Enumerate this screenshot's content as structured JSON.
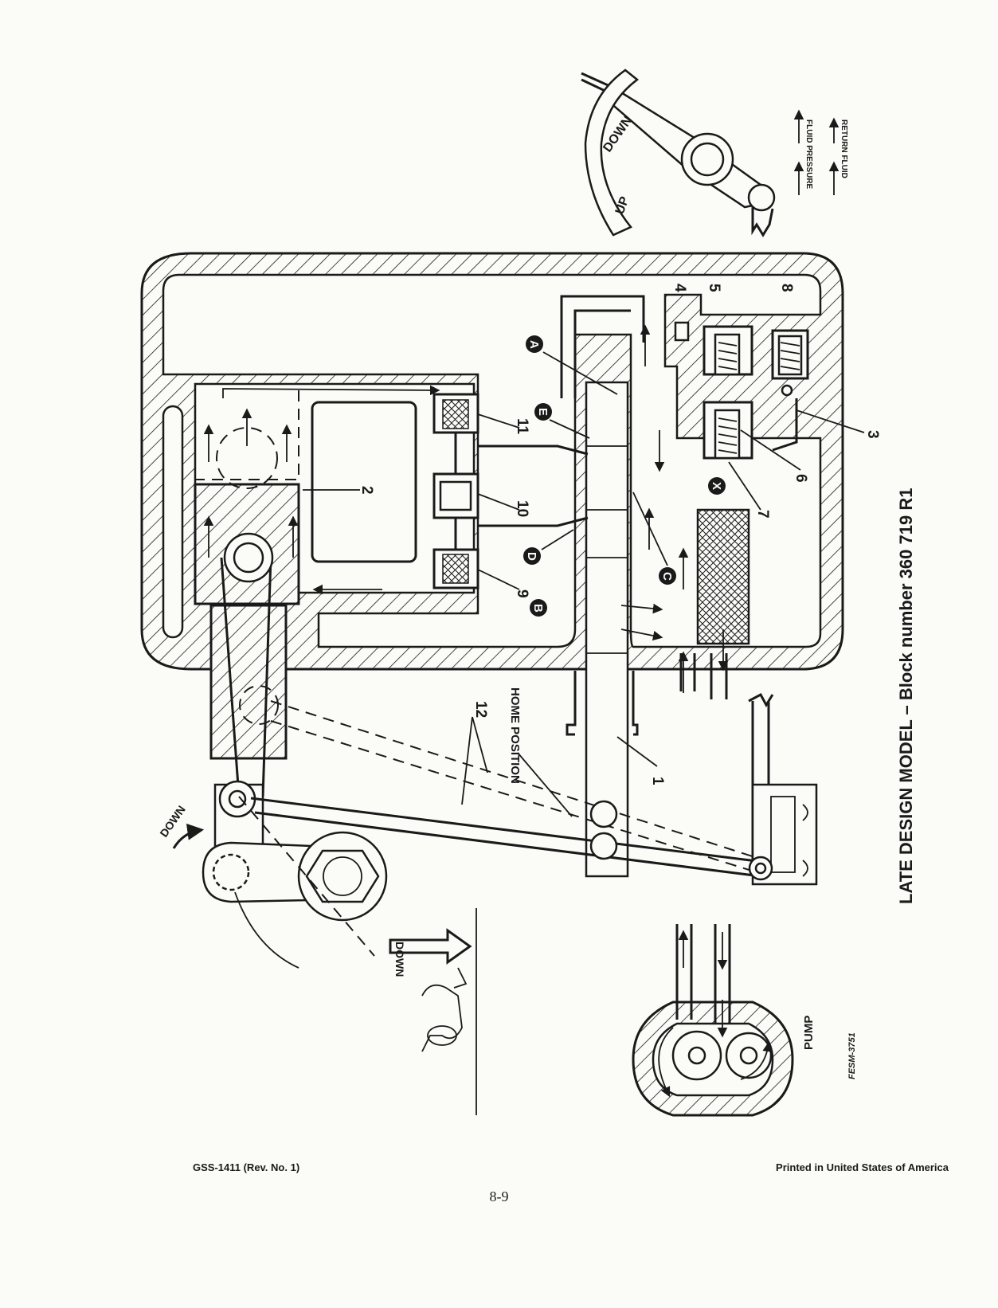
{
  "title": "LATE DESIGN MODEL – Block number 360 719 R1",
  "lever_labels": {
    "up": "UP",
    "down": "DOWN"
  },
  "legend": {
    "fluid_pressure": "FLUID PRESSURE",
    "return_fluid": "RETURN FLUID"
  },
  "home_position": "HOME POSITION",
  "down_arrow_label": "DOWN",
  "down_label": "DOWN",
  "pump_label": "PUMP",
  "figure_code": "FESM-3751",
  "callout_numbers": [
    "1",
    "2",
    "3",
    "4",
    "5",
    "6",
    "7",
    "8",
    "9",
    "10",
    "11",
    "12"
  ],
  "port_letters": [
    "A",
    "B",
    "C",
    "D",
    "E",
    "X"
  ],
  "footer": {
    "left": "GSS-1411 (Rev. No. 1)",
    "right": "Printed in United States of America",
    "page": "8-9"
  },
  "colors": {
    "ink": "#1a1a1a",
    "paper": "#fbfbf8"
  }
}
